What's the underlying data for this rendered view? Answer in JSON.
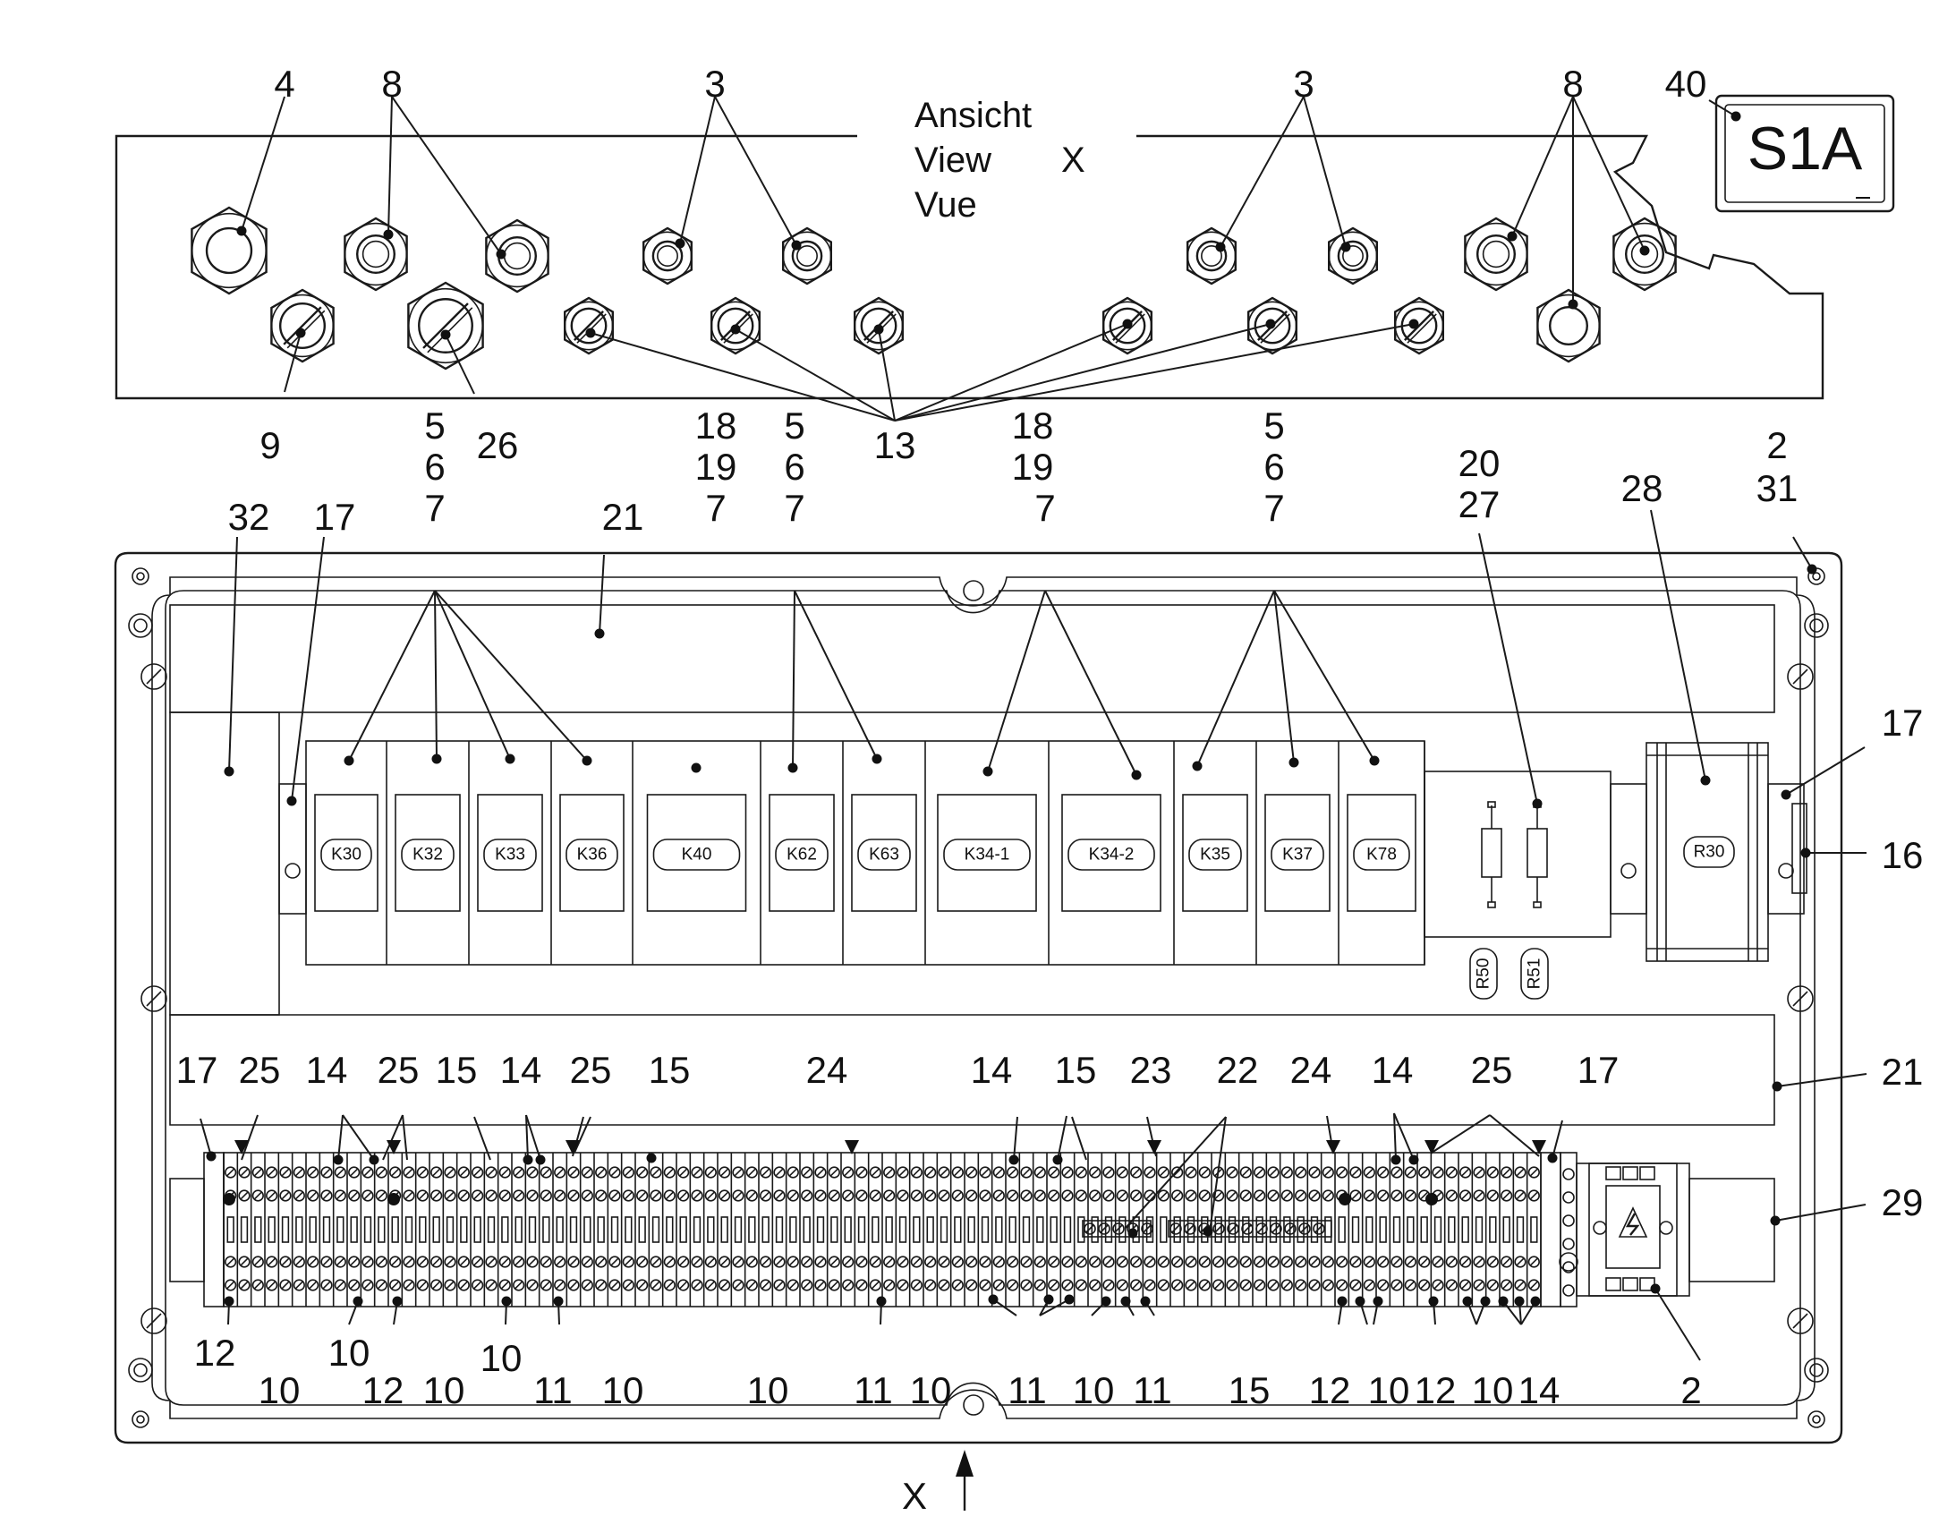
{
  "view_caption": {
    "lines": [
      "Ansicht",
      "View",
      "Vue"
    ],
    "marker": "X"
  },
  "view_arrow_label": "X",
  "badge_label": "S1A",
  "relays": [
    "K30",
    "K32",
    "K33",
    "K36",
    "K40",
    "K62",
    "K63",
    "K34-1",
    "K34-2",
    "K35",
    "K37",
    "K78"
  ],
  "resistors": [
    "R50",
    "R51"
  ],
  "choke_label": "R30",
  "callouts_top": [
    "4",
    "8",
    "3",
    "3",
    "8",
    "40",
    "9",
    "26",
    "13"
  ],
  "callouts_upper_mid": [
    "5",
    "6",
    "7",
    "18",
    "19",
    "7",
    "5",
    "6",
    "7",
    "18",
    "19",
    "7",
    "5",
    "6",
    "7",
    "20",
    "27",
    "2",
    "31",
    "28",
    "32",
    "17",
    "21",
    "17",
    "16"
  ],
  "callouts_terminal_top": [
    "17",
    "25",
    "14",
    "25",
    "15",
    "14",
    "25",
    "15",
    "24",
    "14",
    "15",
    "23",
    "22",
    "24",
    "14",
    "25",
    "17",
    "21",
    "29"
  ],
  "callouts_bottom": [
    "12",
    "10",
    "10",
    "12",
    "10",
    "10",
    "11",
    "10",
    "10",
    "11",
    "10",
    "11",
    "10",
    "11",
    "15",
    "12",
    "10",
    "12",
    "10",
    "14",
    "2"
  ],
  "colors": {
    "ink": "#111111",
    "background": "#ffffff"
  }
}
